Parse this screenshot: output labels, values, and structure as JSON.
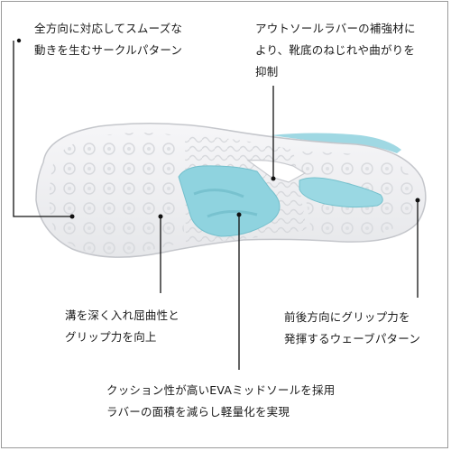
{
  "callouts": {
    "top_left": {
      "line1": "全方向に対応してスムーズな",
      "line2": "動きを生むサークルパターン"
    },
    "top_right": {
      "line1": "アウトソールラバーの補強材に",
      "line2": "より、靴底のねじれや曲がりを",
      "line3": "抑制"
    },
    "mid_left": {
      "line1": "溝を深く入れ屈曲性と",
      "line2": "グリップ力を向上"
    },
    "mid_right": {
      "line1": "前後方向にグリップ力を",
      "line2": "発揮するウェーブパターン"
    },
    "bottom": {
      "line1": "クッション性が高いEVAミッドソールを採用",
      "line2": "ラバーの面積を減らし軽量化を実現"
    }
  },
  "colors": {
    "sole_base": "#f1f1f3",
    "sole_shadow": "#c9cbcf",
    "accent_blue": "#8fd3df",
    "leader_line": "#111111"
  }
}
